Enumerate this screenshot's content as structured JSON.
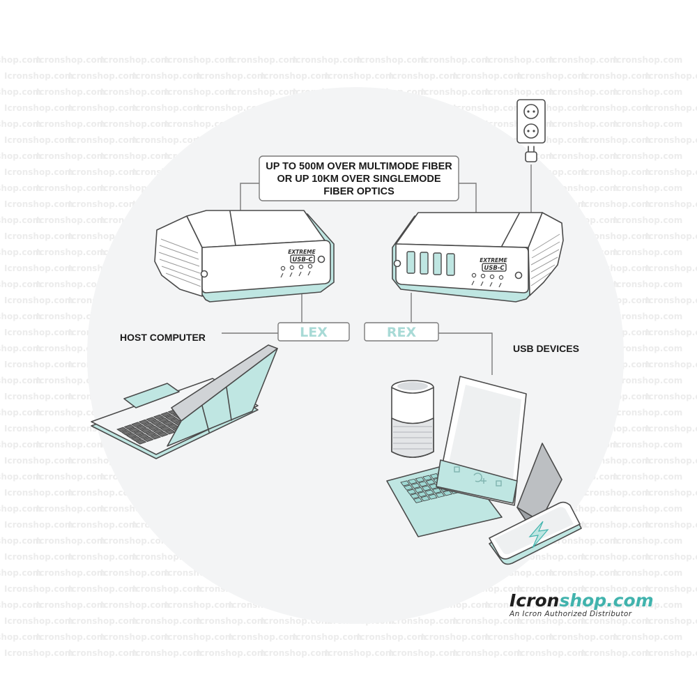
{
  "watermark": {
    "text": "Icronshop.com"
  },
  "callout": {
    "lines": [
      "UP TO 500M OVER MULTIMODE FIBER",
      "OR UP 10KM OVER SINGLEMODE",
      "FIBER OPTICS"
    ]
  },
  "devices": {
    "lex": {
      "tag": "LEX",
      "badge_top": "EXTREME",
      "badge_bottom": "USB-C"
    },
    "rex": {
      "tag": "REX",
      "badge_top": "EXTREME",
      "badge_bottom": "USB-C"
    }
  },
  "labels": {
    "host": "HOST COMPUTER",
    "usb_devices": "USB DEVICES"
  },
  "brand": {
    "name_part1": "Icron",
    "name_part2": "shop.com",
    "tagline": "An Icron Authorized Distributor"
  },
  "colors": {
    "accent_teal": "#41b3ad",
    "light_teal": "#bfe6e2",
    "circle_bg": "#f3f4f5",
    "outline": "#4a4a4a"
  },
  "icons": [
    "power-outlet-icon",
    "power-plug-icon",
    "lightning-bolt-icon"
  ]
}
